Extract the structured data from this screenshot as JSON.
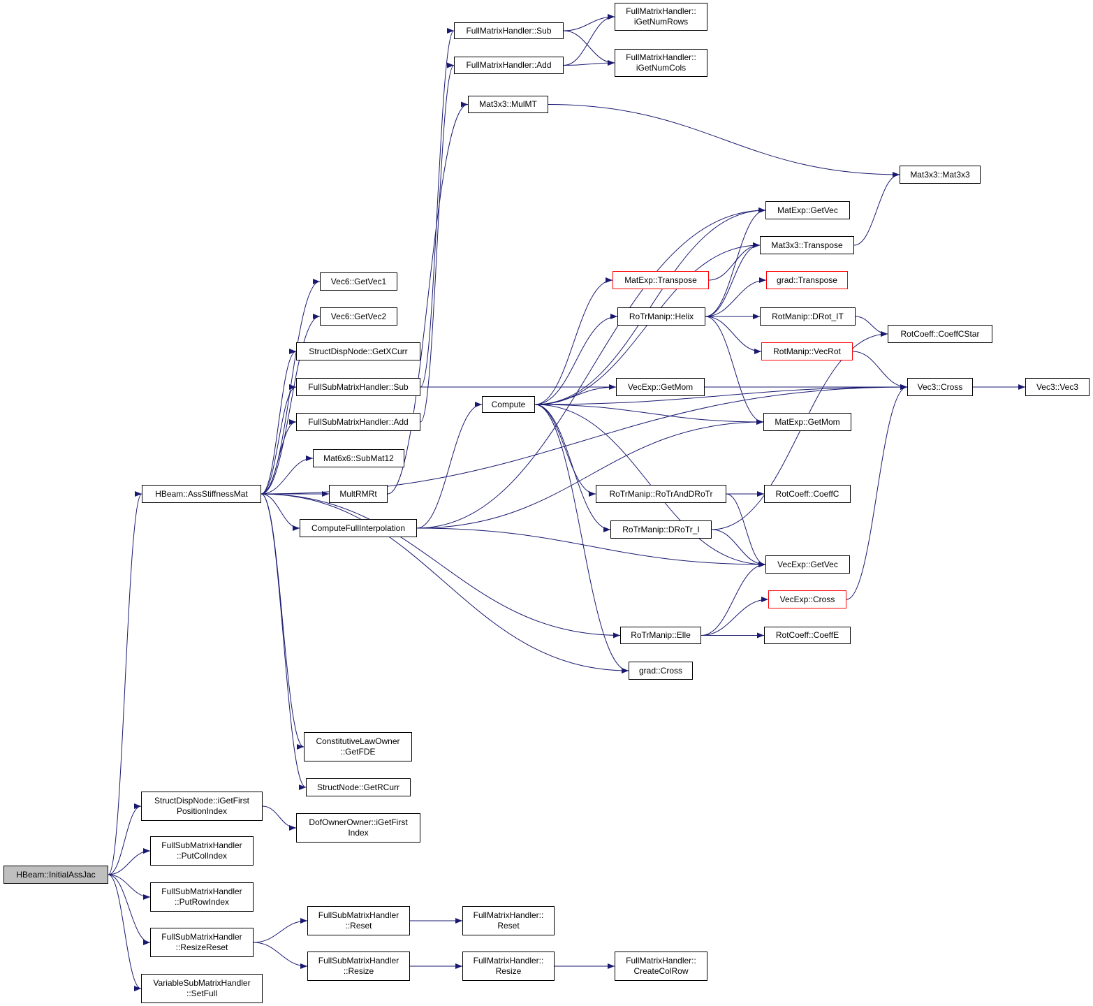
{
  "colors": {
    "edge": "#191970",
    "node_border": "#000000",
    "root_fill": "#bfbfbf",
    "truncated_border": "#ff0000"
  },
  "nodes": {
    "initialAssJac": {
      "label": "HBeam::InitialAssJac",
      "style": "root"
    },
    "assStiffnessMat": {
      "label": "HBeam::AssStiffnessMat"
    },
    "getVec1": {
      "label": "Vec6::GetVec1"
    },
    "getVec2": {
      "label": "Vec6::GetVec2"
    },
    "getXCurr": {
      "label": "StructDispNode::GetXCurr"
    },
    "fsmhSub": {
      "label": "FullSubMatrixHandler::Sub"
    },
    "fsmhAdd": {
      "label": "FullSubMatrixHandler::Add"
    },
    "subMat12": {
      "label": "Mat6x6::SubMat12"
    },
    "multRMRt": {
      "label": "MultRMRt"
    },
    "computeFullInterpolation": {
      "label": "ComputeFullInterpolation"
    },
    "getFDE": {
      "label": "ConstitutiveLawOwner\n::GetFDE"
    },
    "getRCurr": {
      "label": "StructNode::GetRCurr"
    },
    "iGetFirstPositionIndex": {
      "label": "StructDispNode::iGetFirst\nPositionIndex"
    },
    "dofIGetFirstIndex": {
      "label": "DofOwnerOwner::iGetFirst\nIndex"
    },
    "putColIndex": {
      "label": "FullSubMatrixHandler\n::PutColIndex"
    },
    "putRowIndex": {
      "label": "FullSubMatrixHandler\n::PutRowIndex"
    },
    "resizeReset": {
      "label": "FullSubMatrixHandler\n::ResizeReset"
    },
    "fsmhReset": {
      "label": "FullSubMatrixHandler\n::Reset"
    },
    "fsmhResize": {
      "label": "FullSubMatrixHandler\n::Resize"
    },
    "fmhReset": {
      "label": "FullMatrixHandler::\nReset"
    },
    "fmhResize": {
      "label": "FullMatrixHandler::\nResize"
    },
    "createColRow": {
      "label": "FullMatrixHandler::\nCreateColRow"
    },
    "setFull": {
      "label": "VariableSubMatrixHandler\n::SetFull"
    },
    "fmhSub": {
      "label": "FullMatrixHandler::Sub"
    },
    "fmhAdd": {
      "label": "FullMatrixHandler::Add"
    },
    "iGetNumRows": {
      "label": "FullMatrixHandler::\niGetNumRows"
    },
    "iGetNumCols": {
      "label": "FullMatrixHandler::\niGetNumCols"
    },
    "mulMT": {
      "label": "Mat3x3::MulMT"
    },
    "mat3x3Ctor": {
      "label": "Mat3x3::Mat3x3"
    },
    "matExpGetVec": {
      "label": "MatExp::GetVec"
    },
    "mat3x3Transpose": {
      "label": "Mat3x3::Transpose"
    },
    "matExpTranspose": {
      "label": "MatExp::Transpose",
      "style": "red"
    },
    "gradTranspose": {
      "label": "grad::Transpose",
      "style": "red"
    },
    "helix": {
      "label": "RoTrManip::Helix"
    },
    "dRotIT": {
      "label": "RotManip::DRot_IT"
    },
    "coeffCStar": {
      "label": "RotCoeff::CoeffCStar"
    },
    "vecRot": {
      "label": "RotManip::VecRot",
      "style": "red"
    },
    "vec3Cross": {
      "label": "Vec3::Cross"
    },
    "vec3Ctor": {
      "label": "Vec3::Vec3"
    },
    "compute": {
      "label": "Compute"
    },
    "vecExpGetMom": {
      "label": "VecExp::GetMom"
    },
    "matExpGetMom": {
      "label": "MatExp::GetMom"
    },
    "roTrAndDRoTr": {
      "label": "RoTrManip::RoTrAndDRoTr"
    },
    "coeffC": {
      "label": "RotCoeff::CoeffC"
    },
    "dRoTrI": {
      "label": "RoTrManip::DRoTr_I"
    },
    "vecExpGetVec": {
      "label": "VecExp::GetVec"
    },
    "vecExpCross": {
      "label": "VecExp::Cross",
      "style": "red"
    },
    "elle": {
      "label": "RoTrManip::Elle"
    },
    "coeffE": {
      "label": "RotCoeff::CoeffE"
    },
    "gradCross": {
      "label": "grad::Cross"
    }
  },
  "edges": [
    [
      "initialAssJac",
      "assStiffnessMat"
    ],
    [
      "initialAssJac",
      "iGetFirstPositionIndex"
    ],
    [
      "initialAssJac",
      "putColIndex"
    ],
    [
      "initialAssJac",
      "putRowIndex"
    ],
    [
      "initialAssJac",
      "resizeReset"
    ],
    [
      "initialAssJac",
      "setFull"
    ],
    [
      "assStiffnessMat",
      "getVec1"
    ],
    [
      "assStiffnessMat",
      "getVec2"
    ],
    [
      "assStiffnessMat",
      "getXCurr"
    ],
    [
      "assStiffnessMat",
      "fsmhSub"
    ],
    [
      "assStiffnessMat",
      "fsmhAdd"
    ],
    [
      "assStiffnessMat",
      "subMat12"
    ],
    [
      "assStiffnessMat",
      "multRMRt"
    ],
    [
      "assStiffnessMat",
      "computeFullInterpolation"
    ],
    [
      "assStiffnessMat",
      "elle"
    ],
    [
      "assStiffnessMat",
      "gradCross"
    ],
    [
      "assStiffnessMat",
      "vec3Cross"
    ],
    [
      "assStiffnessMat",
      "getFDE"
    ],
    [
      "assStiffnessMat",
      "getRCurr"
    ],
    [
      "fsmhSub",
      "fmhSub"
    ],
    [
      "fsmhSub",
      "vec3Cross"
    ],
    [
      "fsmhAdd",
      "fmhAdd"
    ],
    [
      "multRMRt",
      "mulMT"
    ],
    [
      "fmhSub",
      "iGetNumRows"
    ],
    [
      "fmhSub",
      "iGetNumCols"
    ],
    [
      "fmhAdd",
      "iGetNumRows"
    ],
    [
      "fmhAdd",
      "iGetNumCols"
    ],
    [
      "mulMT",
      "mat3x3Ctor"
    ],
    [
      "computeFullInterpolation",
      "compute"
    ],
    [
      "computeFullInterpolation",
      "matExpGetVec"
    ],
    [
      "computeFullInterpolation",
      "matExpGetMom"
    ],
    [
      "computeFullInterpolation",
      "vecExpGetVec"
    ],
    [
      "compute",
      "matExpGetVec"
    ],
    [
      "compute",
      "mat3x3Transpose"
    ],
    [
      "compute",
      "matExpTranspose"
    ],
    [
      "compute",
      "helix"
    ],
    [
      "compute",
      "vec3Cross"
    ],
    [
      "compute",
      "vecExpGetMom"
    ],
    [
      "compute",
      "matExpGetMom"
    ],
    [
      "compute",
      "roTrAndDRoTr"
    ],
    [
      "compute",
      "dRoTrI"
    ],
    [
      "compute",
      "vecExpGetVec"
    ],
    [
      "compute",
      "gradCross"
    ],
    [
      "matExpTranspose",
      "mat3x3Transpose"
    ],
    [
      "mat3x3Transpose",
      "mat3x3Ctor"
    ],
    [
      "helix",
      "matExpGetVec"
    ],
    [
      "helix",
      "mat3x3Transpose"
    ],
    [
      "helix",
      "gradTranspose"
    ],
    [
      "helix",
      "dRotIT"
    ],
    [
      "helix",
      "vecRot"
    ],
    [
      "helix",
      "matExpGetMom"
    ],
    [
      "dRotIT",
      "coeffCStar"
    ],
    [
      "vecRot",
      "vec3Cross"
    ],
    [
      "vec3Cross",
      "vec3Ctor"
    ],
    [
      "roTrAndDRoTr",
      "coeffC"
    ],
    [
      "roTrAndDRoTr",
      "vecExpGetVec"
    ],
    [
      "dRoTrI",
      "coeffCStar"
    ],
    [
      "dRoTrI",
      "vecExpGetVec"
    ],
    [
      "elle",
      "vecExpGetVec"
    ],
    [
      "elle",
      "vecExpCross"
    ],
    [
      "elle",
      "coeffE"
    ],
    [
      "vecExpCross",
      "vec3Cross"
    ],
    [
      "iGetFirstPositionIndex",
      "dofIGetFirstIndex"
    ],
    [
      "resizeReset",
      "fsmhReset"
    ],
    [
      "resizeReset",
      "fsmhResize"
    ],
    [
      "fsmhReset",
      "fmhReset"
    ],
    [
      "fsmhResize",
      "fmhResize"
    ],
    [
      "fmhResize",
      "createColRow"
    ]
  ]
}
